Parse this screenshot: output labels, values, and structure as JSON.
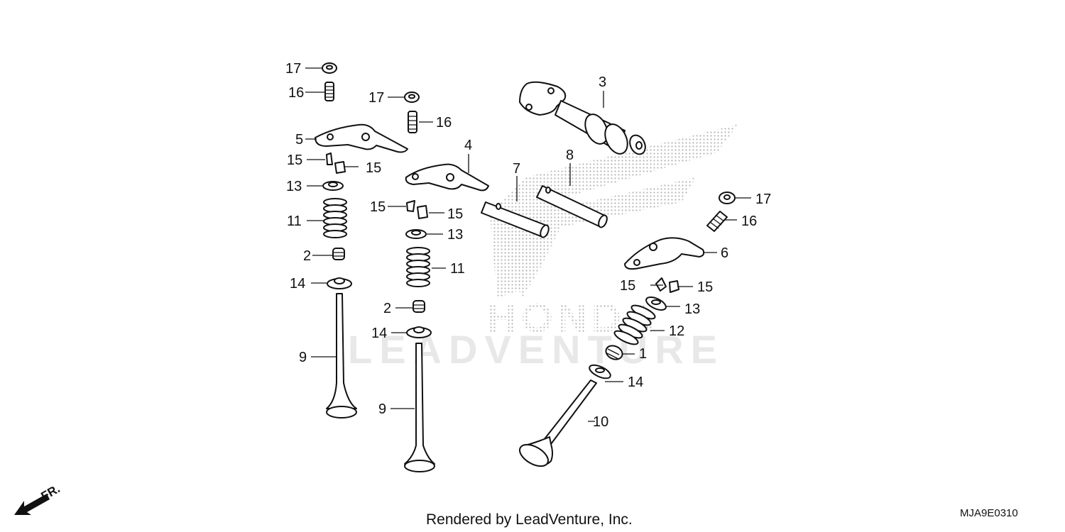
{
  "watermark": {
    "brand": "HONDA",
    "dealer": "LEADVENTURE"
  },
  "callouts": {
    "c1": "1",
    "c2a": "2",
    "c2b": "2",
    "c3": "3",
    "c4": "4",
    "c5": "5",
    "c6": "6",
    "c7": "7",
    "c8": "8",
    "c9a": "9",
    "c9b": "9",
    "c10": "10",
    "c11a": "11",
    "c11b": "11",
    "c12": "12",
    "c13a": "13",
    "c13b": "13",
    "c13c": "13",
    "c14a": "14",
    "c14b": "14",
    "c14c": "14",
    "c15a": "15",
    "c15b": "15",
    "c15c": "15",
    "c15d": "15",
    "c15e": "15",
    "c15f": "15",
    "c16a": "16",
    "c16b": "16",
    "c16c": "16",
    "c17a": "17",
    "c17b": "17",
    "c17c": "17"
  },
  "direction_label": "FR.",
  "footer": {
    "credit": "Rendered by LeadVenture, Inc.",
    "code": "MJA9E0310"
  }
}
